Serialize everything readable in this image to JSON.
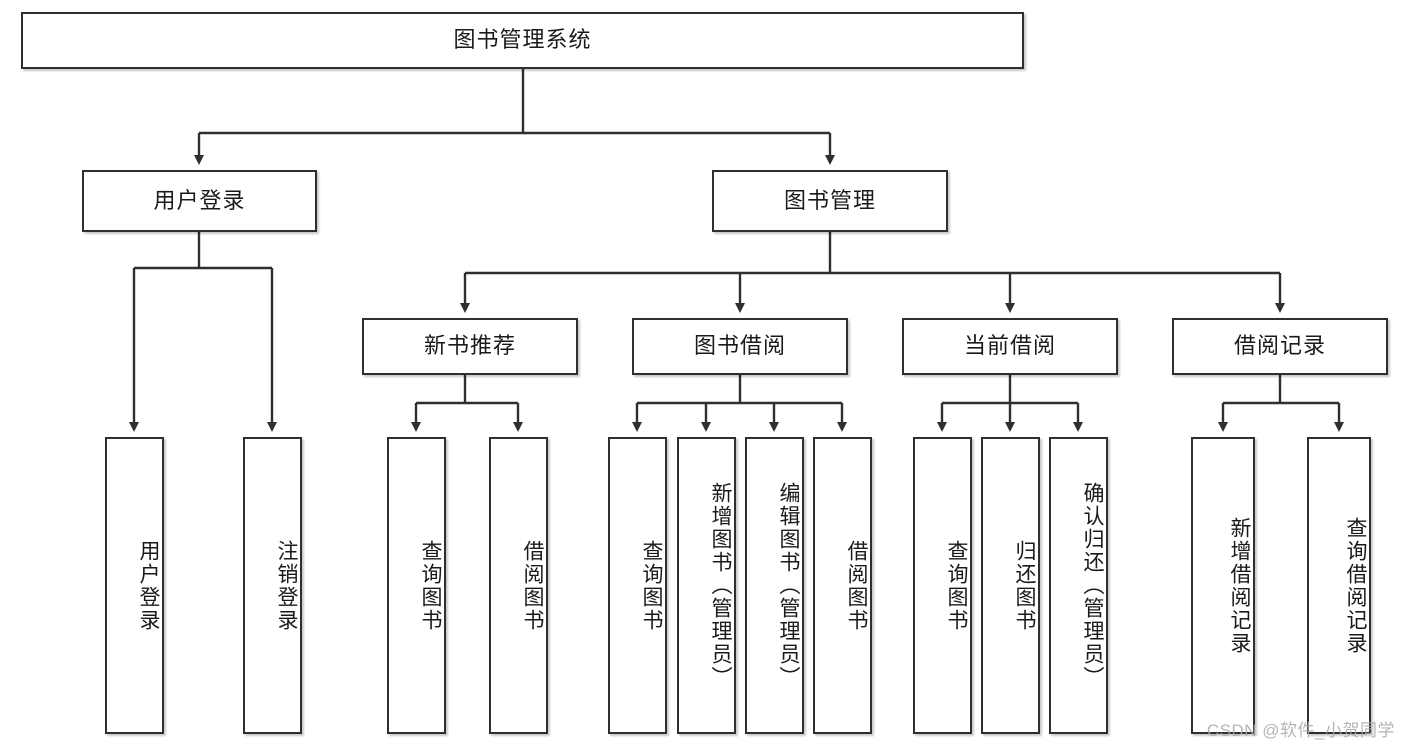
{
  "diagram": {
    "title": "图书管理系统",
    "type": "functional-structure-tree",
    "root": {
      "id": "root",
      "label": "图书管理系统"
    },
    "level2": [
      {
        "id": "user-login",
        "label": "用户登录"
      },
      {
        "id": "book-management",
        "label": "图书管理"
      }
    ],
    "level3": [
      {
        "id": "new-book-recommend",
        "label": "新书推荐"
      },
      {
        "id": "book-borrow",
        "label": "图书借阅"
      },
      {
        "id": "current-borrow",
        "label": "当前借阅"
      },
      {
        "id": "borrow-record",
        "label": "借阅记录"
      }
    ],
    "leaves": {
      "user_login": [
        {
          "id": "leaf-user-login",
          "label": "用户登录"
        },
        {
          "id": "leaf-logout-login",
          "label": "注销登录"
        }
      ],
      "new_book_recommend": [
        {
          "id": "leaf-query-book-1",
          "label": "查询图书"
        },
        {
          "id": "leaf-borrow-book-1",
          "label": "借阅图书"
        }
      ],
      "book_borrow": [
        {
          "id": "leaf-query-book-2",
          "label": "查询图书"
        },
        {
          "id": "leaf-add-book",
          "label": "新增图书（管理员）"
        },
        {
          "id": "leaf-edit-book",
          "label": "编辑图书（管理员）"
        },
        {
          "id": "leaf-borrow-book-2",
          "label": "借阅图书"
        }
      ],
      "current_borrow": [
        {
          "id": "leaf-query-book-3",
          "label": "查询图书"
        },
        {
          "id": "leaf-return-book",
          "label": "归还图书"
        },
        {
          "id": "leaf-confirm-return",
          "label": "确认归还（管理员）"
        }
      ],
      "borrow_record": [
        {
          "id": "leaf-add-record",
          "label": "新增借阅记录"
        },
        {
          "id": "leaf-query-record",
          "label": "查询借阅记录"
        }
      ]
    }
  },
  "watermark": {
    "text": "CSDN @软件_小贺同学"
  },
  "colors": {
    "stroke": "#2f2f2f",
    "box_fill": "#ffffff",
    "text": "#1a1a1a",
    "watermark": "#a9a9a9",
    "background": "#ffffff"
  }
}
